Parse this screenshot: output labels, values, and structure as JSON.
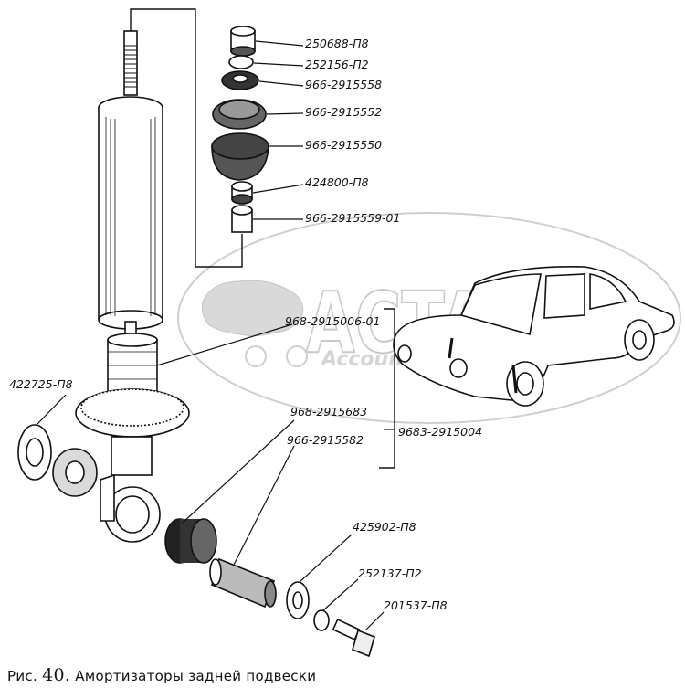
{
  "watermark": {
    "brand": "ACTA",
    "sub": "Accounting"
  },
  "parts": [
    {
      "id": "p1",
      "code": "250688-П8"
    },
    {
      "id": "p2",
      "code": "252156-П2"
    },
    {
      "id": "p3",
      "code": "966-2915558"
    },
    {
      "id": "p4",
      "code": "966-2915552"
    },
    {
      "id": "p5",
      "code": "966-2915550"
    },
    {
      "id": "p6",
      "code": "424800-П8"
    },
    {
      "id": "p7",
      "code": "966-2915559-01"
    },
    {
      "id": "p8",
      "code": "968-2915006-01"
    },
    {
      "id": "p9",
      "code": "422725-П8"
    },
    {
      "id": "p10",
      "code": "968-2915683"
    },
    {
      "id": "p11",
      "code": "966-2915582"
    },
    {
      "id": "p12",
      "code": "9683-2915004"
    },
    {
      "id": "p13",
      "code": "425902-П8"
    },
    {
      "id": "p14",
      "code": "252137-П2"
    },
    {
      "id": "p15",
      "code": "201537-П8"
    }
  ],
  "caption": {
    "prefix": "Рис.",
    "number": "40.",
    "title": "Амортизаторы задней подвески"
  }
}
